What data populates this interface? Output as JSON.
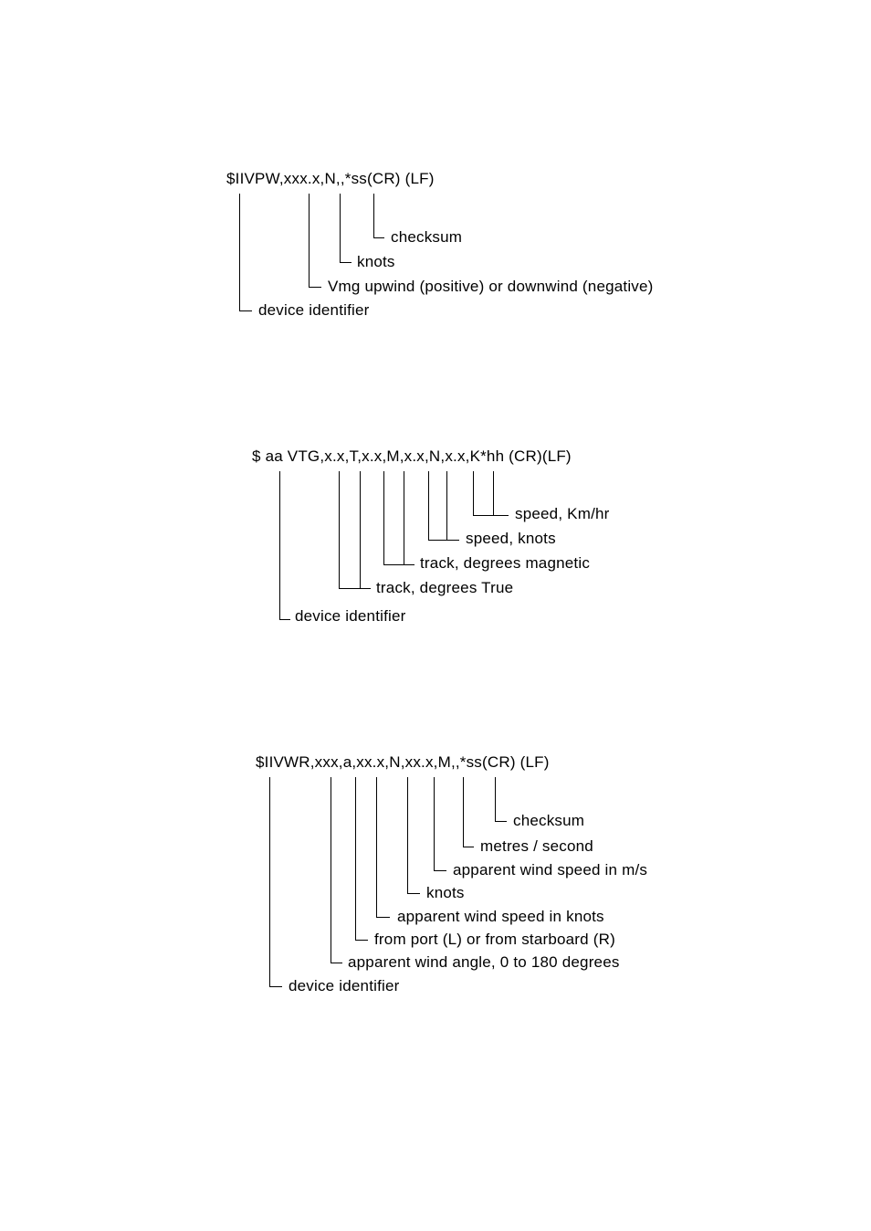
{
  "diagrams": [
    {
      "sentence": "$IIVPW,xxx.x,N,,*ss(CR) (LF)",
      "labels": [
        "checksum",
        "knots",
        "Vmg upwind (positive) or downwind (negative)",
        "device identifier"
      ]
    },
    {
      "sentence": "$ aa VTG,x.x,T,x.x,M,x.x,N,x.x,K*hh (CR)(LF)",
      "labels": [
        "speed, Km/hr",
        "speed, knots",
        "track, degrees magnetic",
        "track, degrees True",
        "device identifier"
      ]
    },
    {
      "sentence": "$IIVWR,xxx,a,xx.x,N,xx.x,M,,*ss(CR) (LF)",
      "labels": [
        "checksum",
        "metres / second",
        "apparent wind speed in m/s",
        "knots",
        "apparent wind speed in knots",
        "from port (L) or from starboard (R)",
        "apparent wind angle, 0 to 180 degrees",
        "device identifier"
      ]
    }
  ]
}
